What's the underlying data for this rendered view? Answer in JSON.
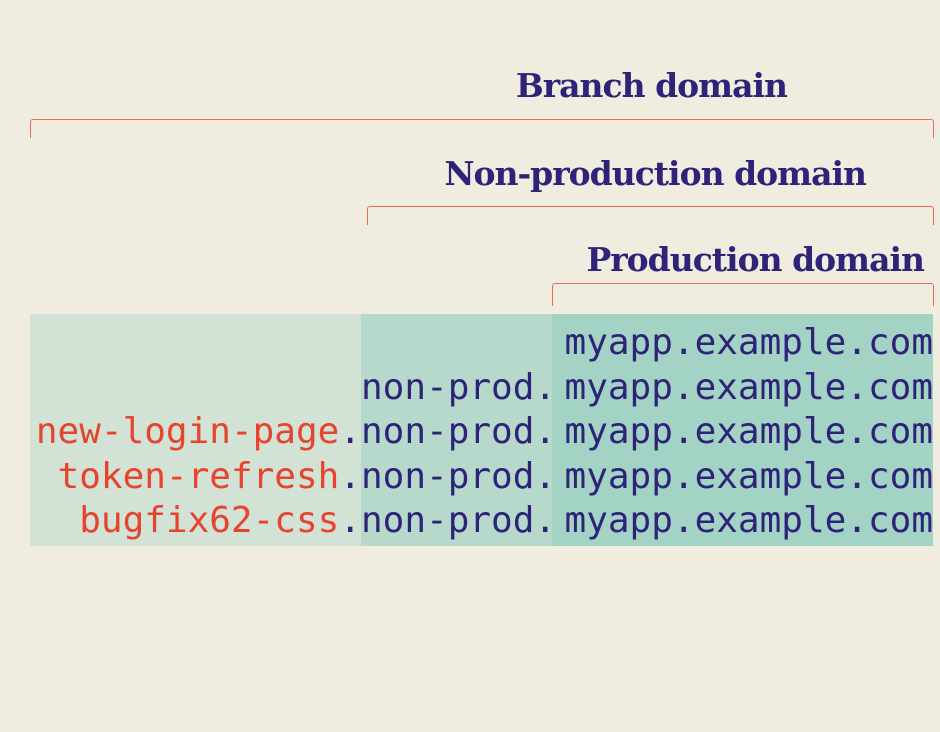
{
  "labels": {
    "branch": "Branch domain",
    "non_production": "Non-production domain",
    "production": "Production domain"
  },
  "rows": [
    {
      "branch": "",
      "non_prod": "",
      "prod": "myapp.example.com"
    },
    {
      "branch": "",
      "non_prod": "non-prod.",
      "prod": "myapp.example.com"
    },
    {
      "branch": "new-login-page",
      "non_prod": "non-prod.",
      "prod": "myapp.example.com"
    },
    {
      "branch": "token-refresh",
      "non_prod": "non-prod.",
      "prod": "myapp.example.com"
    },
    {
      "branch": "bugfix62-css",
      "non_prod": "non-prod.",
      "prod": "myapp.example.com"
    }
  ],
  "separator": ".",
  "colors": {
    "text": "#2e2378",
    "branch_text": "#e8432e",
    "bracket": "#ec6e58",
    "col_branch": "#d2e2d5",
    "col_nonprod": "#b7d9cc",
    "col_prod": "#a2d3c5",
    "background": "#f0ece0"
  }
}
